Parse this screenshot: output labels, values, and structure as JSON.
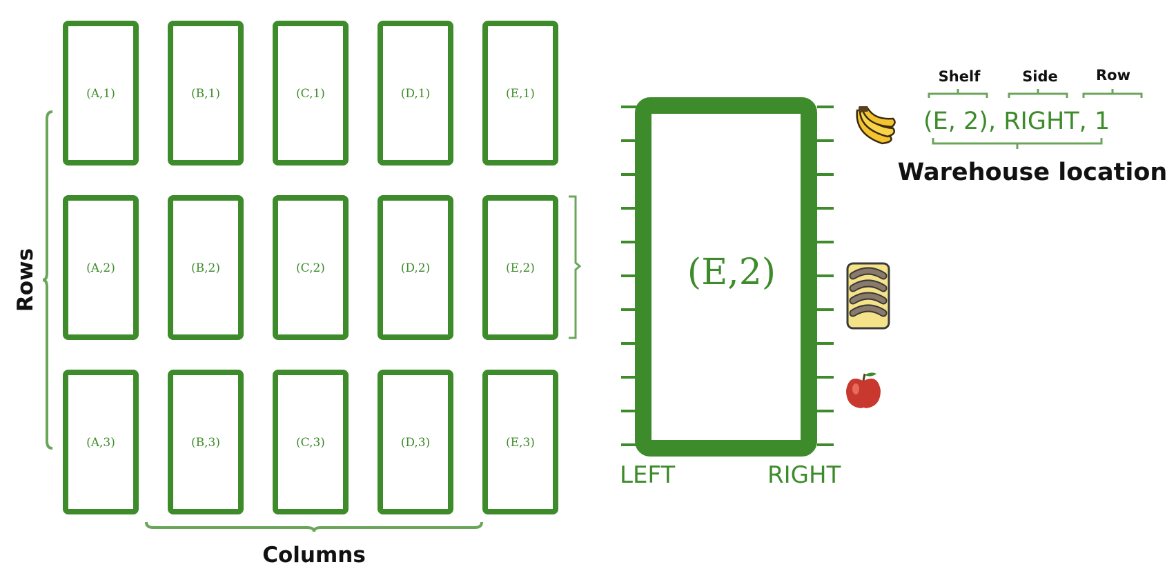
{
  "colors": {
    "shelf_green": "#3d8b2a",
    "brace_green": "#6aa55a",
    "label_black": "#111111"
  },
  "grid": {
    "columns": [
      "A",
      "B",
      "C",
      "D",
      "E"
    ],
    "rows": [
      "1",
      "2",
      "3"
    ],
    "cell_labels": [
      [
        "(A,1)",
        "(B,1)",
        "(C,1)",
        "(D,1)",
        "(E,1)"
      ],
      [
        "(A,2)",
        "(B,2)",
        "(C,2)",
        "(D,2)",
        "(E,2)"
      ],
      [
        "(A,3)",
        "(B,3)",
        "(C,3)",
        "(D,3)",
        "(E,3)"
      ]
    ],
    "rows_label": "Rows",
    "columns_label": "Columns"
  },
  "detail": {
    "shelf_label": "(E,2)",
    "left_label": "LEFT",
    "right_label": "RIGHT",
    "items": [
      {
        "name": "banana-icon"
      },
      {
        "name": "sausages-icon"
      },
      {
        "name": "apple-icon"
      }
    ]
  },
  "location": {
    "shelf_label": "Shelf",
    "side_label": "Side",
    "row_label": "Row",
    "value": "(E, 2), RIGHT, 1",
    "caption": "Warehouse location"
  }
}
